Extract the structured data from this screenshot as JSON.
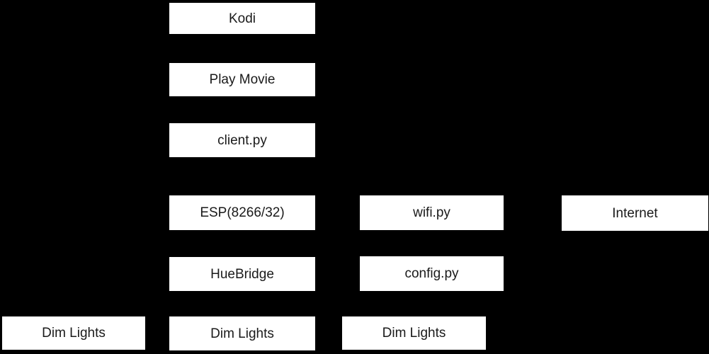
{
  "canvas": {
    "background_color": "#000000",
    "node_fill_color": "#ffffff",
    "node_text_color": "#1a1a1a"
  },
  "diagram": {
    "type": "block-diagram",
    "nodes": [
      {
        "id": "kodi",
        "label": "Kodi"
      },
      {
        "id": "play-movie",
        "label": "Play Movie"
      },
      {
        "id": "client-py",
        "label": "client.py"
      },
      {
        "id": "esp",
        "label": "ESP(8266/32)"
      },
      {
        "id": "wifi-py",
        "label": "wifi.py"
      },
      {
        "id": "internet",
        "label": "Internet"
      },
      {
        "id": "huebridge",
        "label": "HueBridge"
      },
      {
        "id": "config-py",
        "label": "config.py"
      },
      {
        "id": "dim-lights-1",
        "label": "Dim Lights"
      },
      {
        "id": "dim-lights-2",
        "label": "Dim Lights"
      },
      {
        "id": "dim-lights-3",
        "label": "Dim Lights"
      }
    ]
  }
}
